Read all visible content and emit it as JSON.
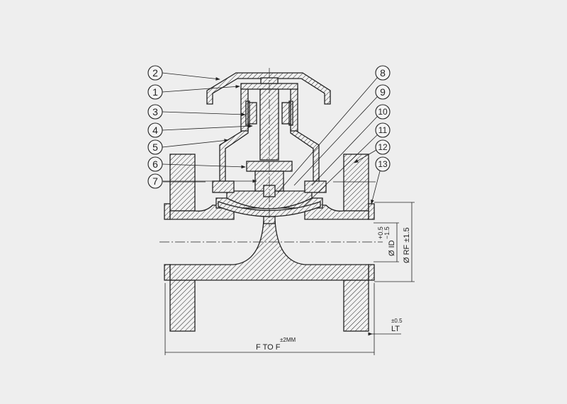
{
  "drawing": {
    "callouts_left": [
      "2",
      "1",
      "3",
      "4",
      "5",
      "6",
      "7"
    ],
    "callouts_right": [
      "8",
      "9",
      "10",
      "11",
      "12",
      "13"
    ],
    "dimensions": {
      "face_to_face": "F TO F",
      "face_to_face_tol": "±2MM",
      "raised_face": "Ø RF ±1.5",
      "inner_diameter": "Ø ID",
      "id_tol_plus": "+0.5",
      "id_tol_minus": "−1.5",
      "lt": "LT",
      "lt_tol": "±0.5"
    }
  }
}
